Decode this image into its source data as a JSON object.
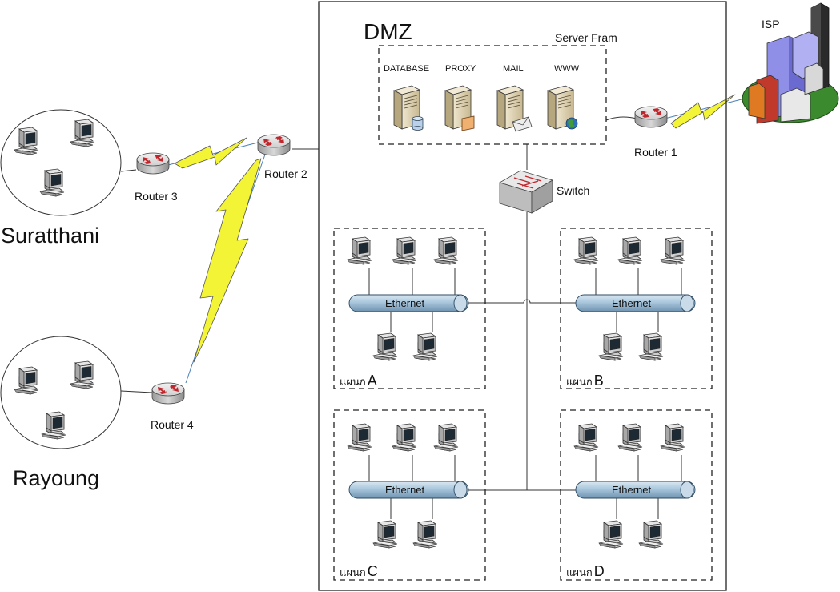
{
  "zone": {
    "dmz": "DMZ",
    "server_farm": "Server Fram"
  },
  "servers": [
    {
      "label": "DATABASE",
      "badge": "database-cylinder"
    },
    {
      "label": "PROXY",
      "badge": "proxy-box"
    },
    {
      "label": "MAIL",
      "badge": "envelope"
    },
    {
      "label": "WWW",
      "badge": "globe"
    }
  ],
  "isp": "ISP",
  "routers": {
    "r1": "Router 1",
    "r2": "Router 2",
    "r3": "Router 3",
    "r4": "Router 4"
  },
  "switch": "Switch",
  "sites": {
    "suratthani": "Suratthani",
    "rayoung": "Rayoung"
  },
  "departments": [
    {
      "prefix": "แผนก",
      "letter": "A",
      "ethernet": "Ethernet"
    },
    {
      "prefix": "แผนก",
      "letter": "B",
      "ethernet": "Ethernet"
    },
    {
      "prefix": "แผนก",
      "letter": "C",
      "ethernet": "Ethernet"
    },
    {
      "prefix": "แผนก",
      "letter": "D",
      "ethernet": "Ethernet"
    }
  ],
  "colors": {
    "bolt": "#f4f436",
    "router_body": "#c8c8c8",
    "router_arrows": "#c0262c",
    "ethernet_bus": "#a9c6dc",
    "server_body": "#d8ccb0",
    "link_blue": "#4a7fb5"
  },
  "icons": [
    "computer-icon",
    "router-icon",
    "switch-icon",
    "server-icon",
    "city-buildings-icon",
    "lightning-link-icon"
  ]
}
